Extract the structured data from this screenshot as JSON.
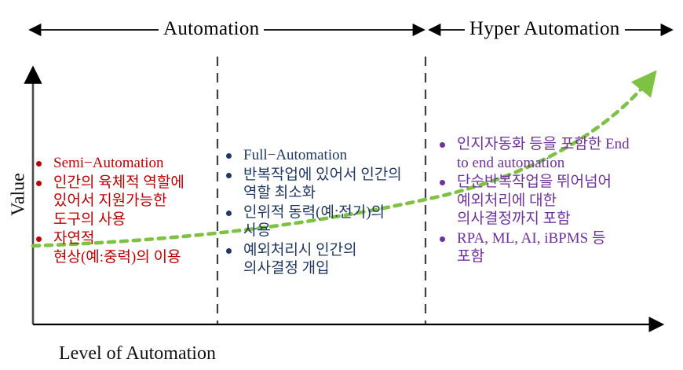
{
  "diagram": {
    "title_top_ranges": [
      {
        "id": "automation",
        "label": "Automation"
      },
      {
        "id": "hyper-automation",
        "label": "Hyper Automation"
      }
    ],
    "axes": {
      "y_label": "Value",
      "x_label": "Level of Automation"
    },
    "trend": {
      "name": "growth-curve",
      "style": "dashed",
      "color": "#7DC242",
      "direction": "increasing"
    },
    "colors": {
      "semi": "#C00000",
      "full": "#1F3864",
      "hyper": "#7030A0",
      "green": "#7DC242",
      "axis": "#000000",
      "divider": "#404040"
    },
    "columns": [
      {
        "id": "semi-automation",
        "color": "#C00000",
        "items": [
          "Semi−Automation",
          "인간의 육체적 역할에\n있어서 지원가능한\n도구의 사용",
          "자연적\n현상(예:중력)의 이용"
        ]
      },
      {
        "id": "full-automation",
        "color": "#1F3864",
        "items": [
          "Full−Automation",
          "반복작업에 있어서 인간의\n역할 최소화",
          "인위적 동력(예:전기)의\n사용",
          "예외처리시 인간의\n의사결정 개입"
        ]
      },
      {
        "id": "hyper-automation",
        "color": "#7030A0",
        "items": [
          "인지자동화 등을 포함한 End\nto end automation",
          "단순반복작업을 뛰어넘어\n예외처리에 대한\n의사결정까지 포함",
          "RPA, ML, AI, iBPMS 등\n포함"
        ]
      }
    ]
  }
}
